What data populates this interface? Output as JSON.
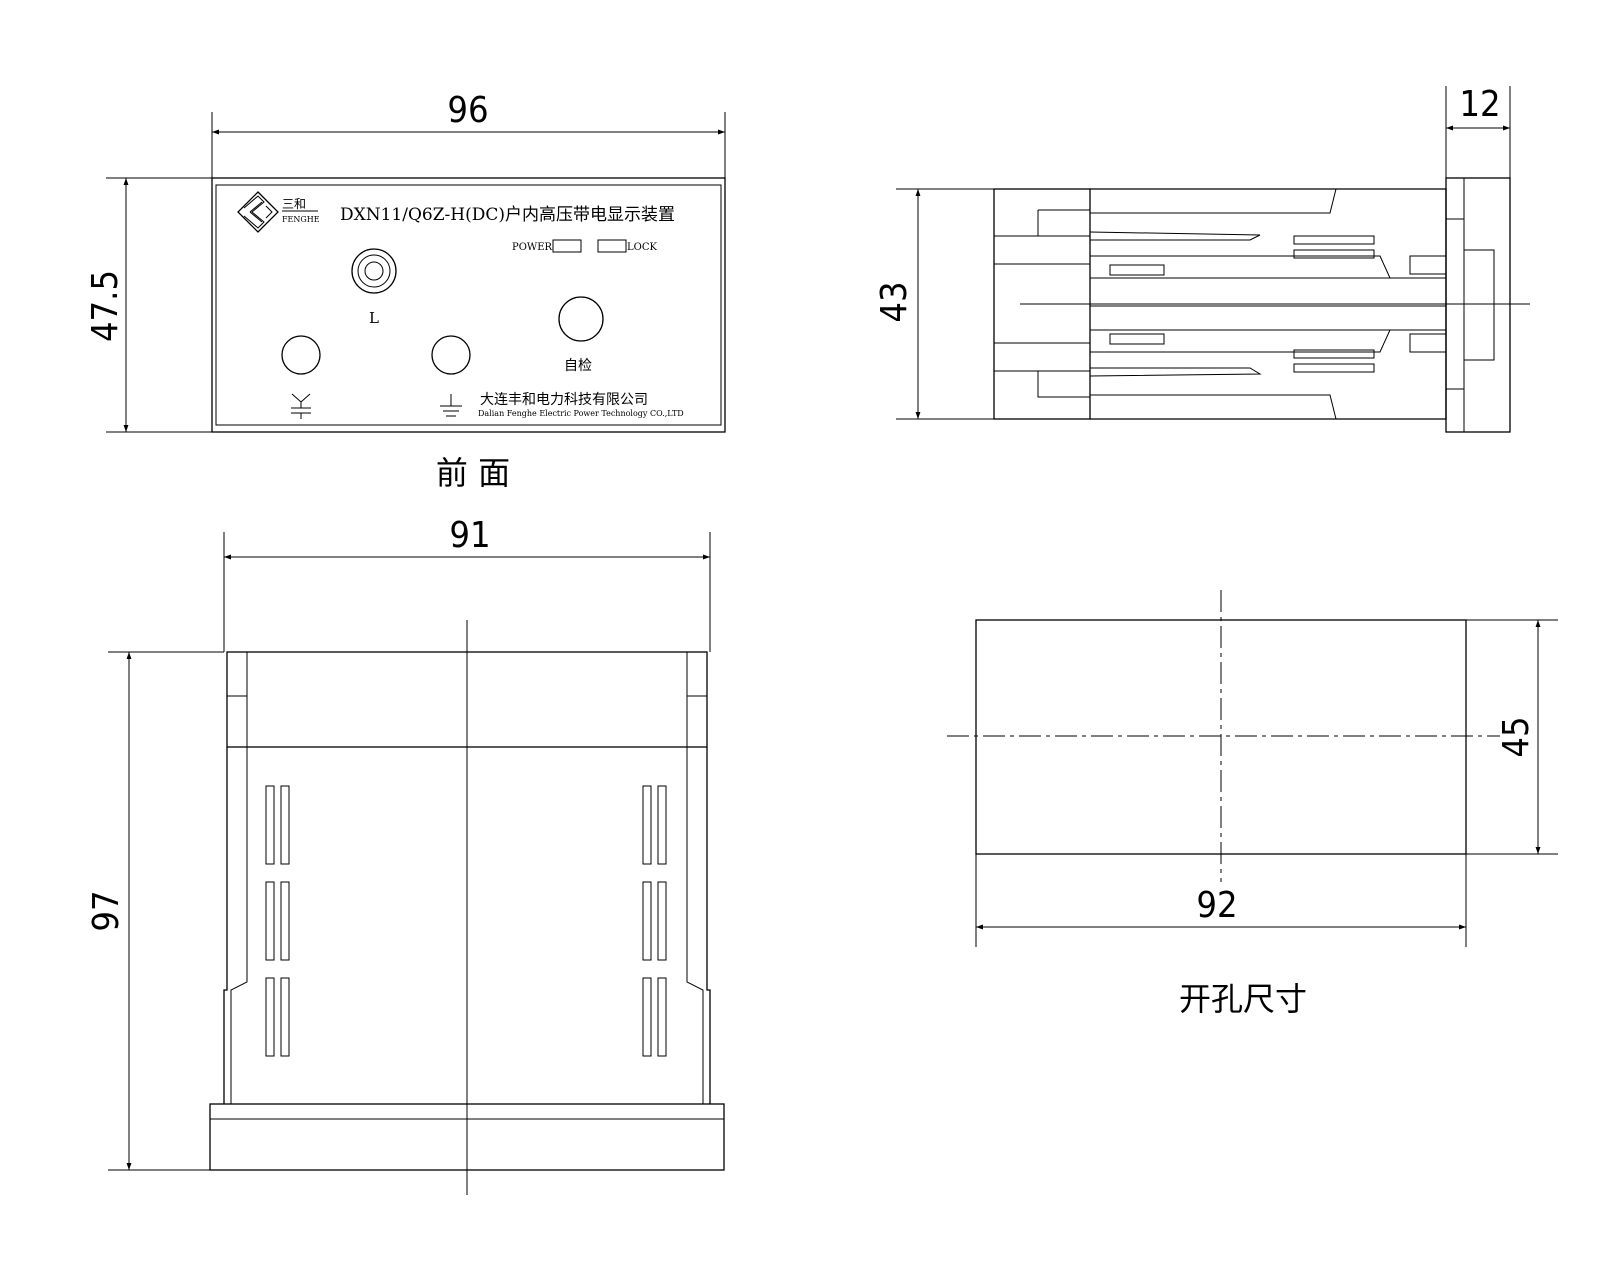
{
  "front_view": {
    "width_dim": "96",
    "height_dim": "47.5",
    "caption": "前 面",
    "panel": {
      "logo_cn": "三和",
      "logo_en": "FENGHE",
      "title": "DXN11/Q6Z-H(DC)户内高压带电显示装置",
      "power_label": "POWER",
      "lock_label": "LOCK",
      "l_label": "L",
      "selftest_label": "自检",
      "company_cn": "大连丰和电力科技有限公司",
      "company_en": "Dalian Fenghe Electric Power Technology CO.,LTD"
    }
  },
  "side_view": {
    "depth_dim": "12",
    "height_dim": "43"
  },
  "top_view": {
    "width_dim": "91",
    "length_dim": "97"
  },
  "cutout": {
    "width_dim": "92",
    "height_dim": "45",
    "caption": "开孔尺寸"
  }
}
